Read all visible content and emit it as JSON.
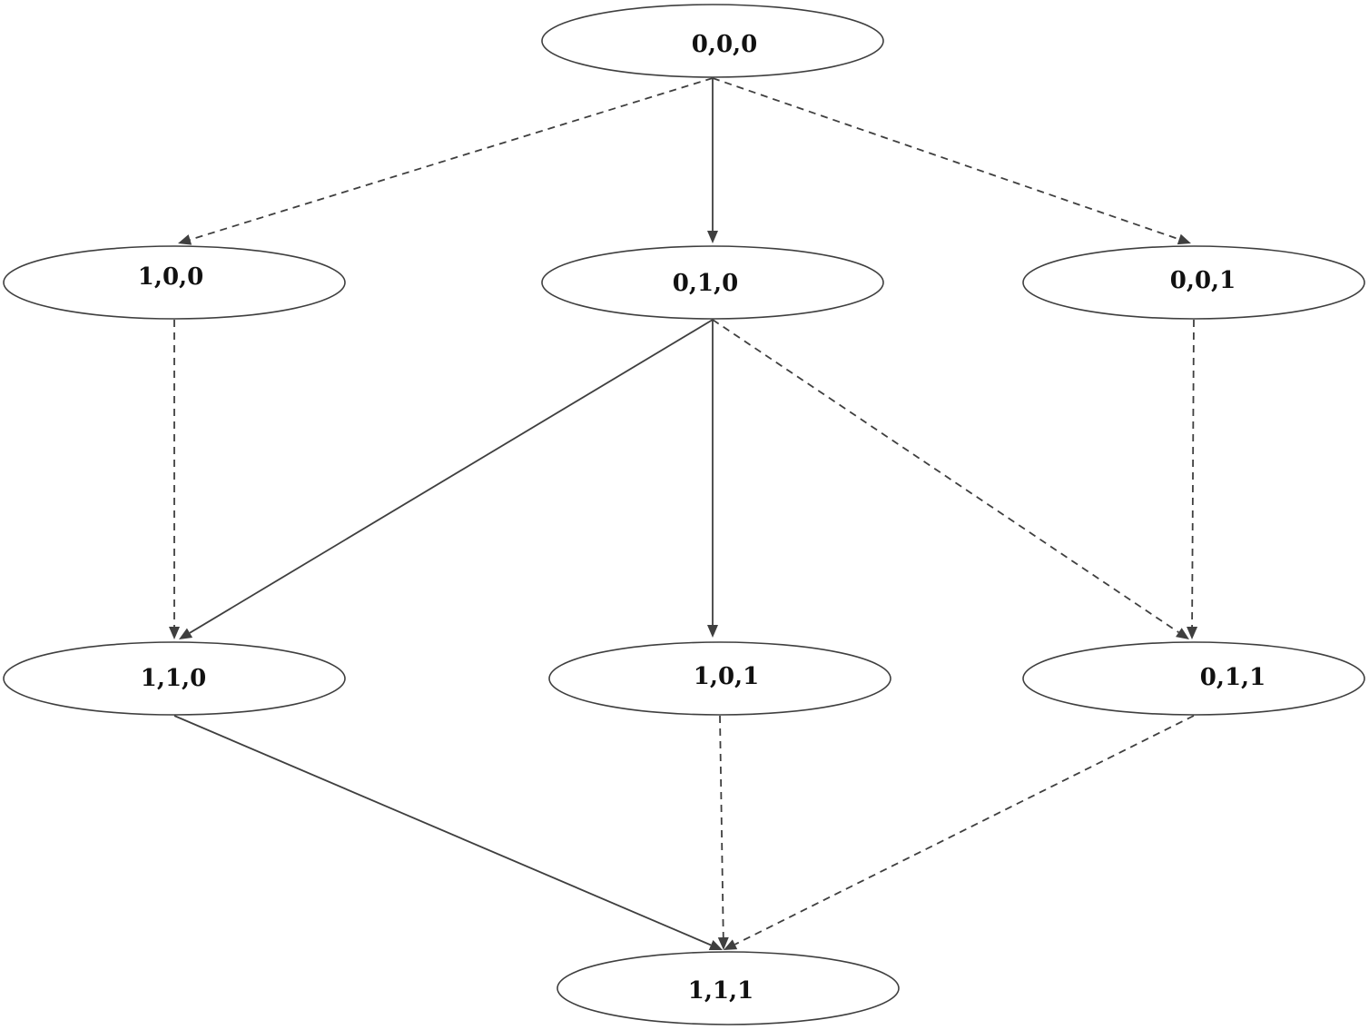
{
  "nodes": [
    {
      "id": "n000",
      "label": "0,0,0"
    },
    {
      "id": "n100",
      "label": "1,0,0"
    },
    {
      "id": "n010",
      "label": "0,1,0"
    },
    {
      "id": "n001",
      "label": "0,0,1"
    },
    {
      "id": "n110",
      "label": "1,1,0"
    },
    {
      "id": "n101",
      "label": "1,0,1"
    },
    {
      "id": "n011",
      "label": "0,1,1"
    },
    {
      "id": "n111",
      "label": "1,1,1"
    }
  ],
  "edges": [
    {
      "from": "n000",
      "to": "n100",
      "style": "dashed"
    },
    {
      "from": "n000",
      "to": "n010",
      "style": "solid"
    },
    {
      "from": "n000",
      "to": "n001",
      "style": "dashed"
    },
    {
      "from": "n100",
      "to": "n110",
      "style": "dashed"
    },
    {
      "from": "n010",
      "to": "n110",
      "style": "solid"
    },
    {
      "from": "n010",
      "to": "n101",
      "style": "solid"
    },
    {
      "from": "n010",
      "to": "n011",
      "style": "dashed"
    },
    {
      "from": "n001",
      "to": "n011",
      "style": "dashed"
    },
    {
      "from": "n110",
      "to": "n111",
      "style": "solid"
    },
    {
      "from": "n101",
      "to": "n111",
      "style": "dashed"
    },
    {
      "from": "n011",
      "to": "n111",
      "style": "dashed"
    }
  ],
  "colors": {
    "stroke": "#3f3f3f",
    "text": "#111111",
    "background": "#ffffff"
  }
}
